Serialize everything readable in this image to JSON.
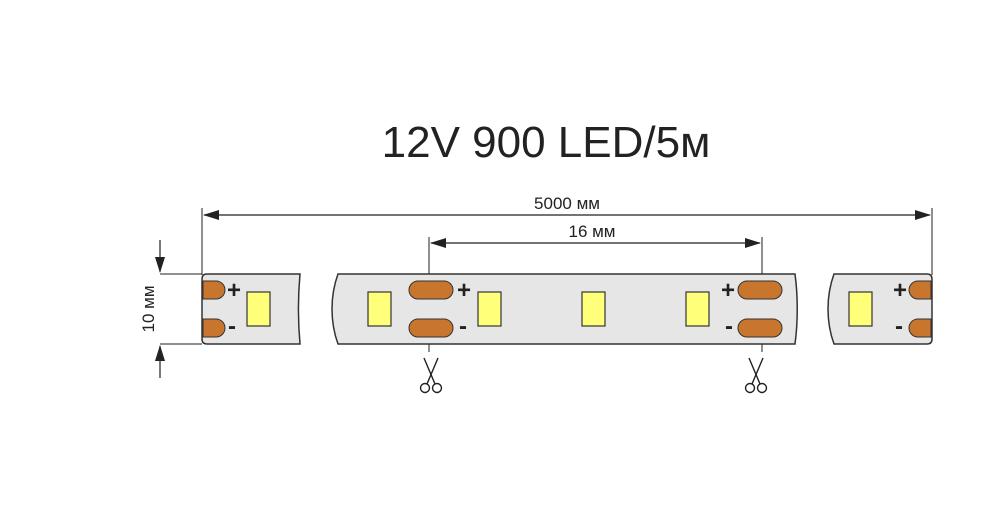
{
  "title": "12V 900 LED/5м",
  "dimensions": {
    "total_length": "5000 мм",
    "segment_length": "16 мм",
    "width": "10 мм"
  },
  "polarity": {
    "plus": "+",
    "minus": "-"
  },
  "colors": {
    "strip": "#e6e6e6",
    "outline": "#333333",
    "pad": "#c8762e",
    "led": "#ffff7a",
    "lines": "#222222"
  },
  "icons": {
    "cut_mark": "scissors-icon"
  }
}
